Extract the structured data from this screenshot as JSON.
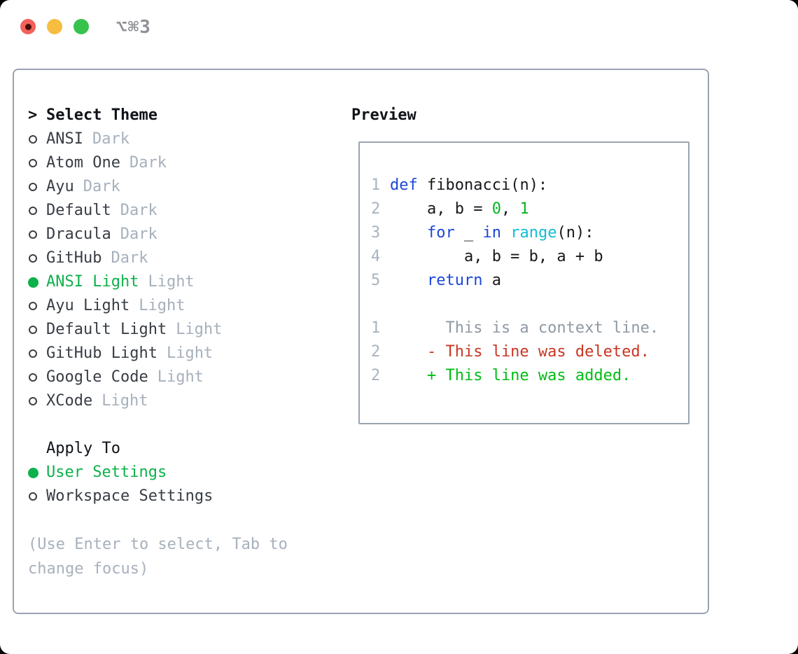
{
  "titlebar": {
    "title": "⌥⌘3",
    "buttons": [
      "close",
      "minimize",
      "zoom"
    ]
  },
  "colors": {
    "traffic_red": "#f4605a",
    "traffic_yellow": "#f6bd40",
    "traffic_green": "#37c24e",
    "panel_border": "#9aa4b0",
    "selected_green": "#0db14b",
    "suffix_gray": "#a6b0bc",
    "keyword_blue": "#1b46d9",
    "builtin_cyan": "#12bdd3",
    "literal_green": "#09b423",
    "diff_red": "#c93522",
    "diff_green": "#00bd13",
    "context_gray": "#8f99a4"
  },
  "theme_section": {
    "prompt": ">",
    "header": "Select Theme",
    "items": [
      {
        "name": "ANSI",
        "variant": "Dark",
        "selected": false
      },
      {
        "name": "Atom One",
        "variant": "Dark",
        "selected": false
      },
      {
        "name": "Ayu",
        "variant": "Dark",
        "selected": false
      },
      {
        "name": "Default",
        "variant": "Dark",
        "selected": false
      },
      {
        "name": "Dracula",
        "variant": "Dark",
        "selected": false
      },
      {
        "name": "GitHub",
        "variant": "Dark",
        "selected": false
      },
      {
        "name": "ANSI Light",
        "variant": "Light",
        "selected": true
      },
      {
        "name": "Ayu Light",
        "variant": "Light",
        "selected": false
      },
      {
        "name": "Default Light",
        "variant": "Light",
        "selected": false
      },
      {
        "name": "GitHub Light",
        "variant": "Light",
        "selected": false
      },
      {
        "name": "Google Code",
        "variant": "Light",
        "selected": false
      },
      {
        "name": "XCode",
        "variant": "Light",
        "selected": false
      }
    ]
  },
  "apply_section": {
    "header": "Apply To",
    "options": [
      {
        "label": "User Settings",
        "selected": true
      },
      {
        "label": "Workspace Settings",
        "selected": false
      }
    ]
  },
  "hint": "(Use Enter to select, Tab to change focus)",
  "preview": {
    "header": "Preview",
    "lines": [
      {
        "num": "1",
        "tokens": [
          {
            "c": "kw",
            "t": "def"
          },
          {
            "c": "plain",
            "t": " fibonacci(n):"
          }
        ]
      },
      {
        "num": "2",
        "tokens": [
          {
            "c": "plain",
            "t": "    a, b = "
          },
          {
            "c": "lit",
            "t": "0"
          },
          {
            "c": "plain",
            "t": ", "
          },
          {
            "c": "lit",
            "t": "1"
          }
        ]
      },
      {
        "num": "3",
        "tokens": [
          {
            "c": "plain",
            "t": "    "
          },
          {
            "c": "kw",
            "t": "for"
          },
          {
            "c": "plain",
            "t": " _ "
          },
          {
            "c": "kw",
            "t": "in"
          },
          {
            "c": "plain",
            "t": " "
          },
          {
            "c": "fn",
            "t": "range"
          },
          {
            "c": "plain",
            "t": "(n):"
          }
        ]
      },
      {
        "num": "4",
        "tokens": [
          {
            "c": "plain",
            "t": "        a, b = b, a + b"
          }
        ]
      },
      {
        "num": "5",
        "tokens": [
          {
            "c": "plain",
            "t": "    "
          },
          {
            "c": "kw",
            "t": "return"
          },
          {
            "c": "plain",
            "t": " a"
          }
        ]
      },
      {
        "num": "",
        "tokens": []
      },
      {
        "num": "1",
        "tokens": [
          {
            "c": "ctx",
            "t": "      This is a context line."
          }
        ]
      },
      {
        "num": "2",
        "tokens": [
          {
            "c": "del",
            "t": "    - This line was deleted."
          }
        ]
      },
      {
        "num": "2",
        "tokens": [
          {
            "c": "add",
            "t": "    + This line was added."
          }
        ]
      }
    ]
  }
}
